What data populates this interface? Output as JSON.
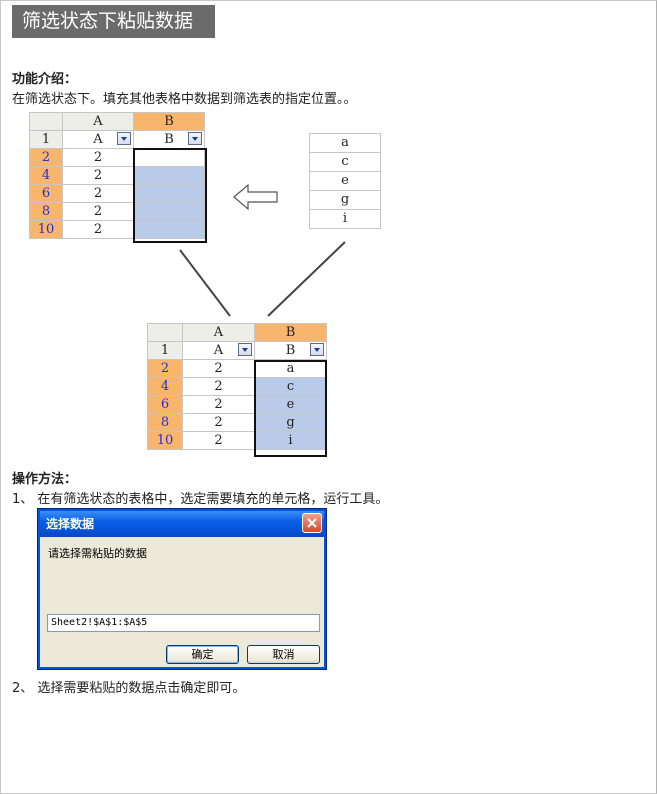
{
  "page": {
    "title": "筛选状态下粘贴数据",
    "intro_heading": "功能介绍：",
    "intro_text": "在筛选状态下。填充其他表格中数据到筛选表的指定位置。。",
    "method_heading": "操作方法：",
    "step1": "1、 在有筛选状态的表格中，选定需要填充的单元格，运行工具。",
    "step2": "2、 选择需要粘贴的数据点击确定即可。"
  },
  "top_sheet": {
    "col_a": "A",
    "col_b": "B",
    "row1_label": "1",
    "row1_a": "A",
    "row1_b": "B",
    "rows": [
      {
        "n": "2",
        "a": "2"
      },
      {
        "n": "4",
        "a": "2"
      },
      {
        "n": "6",
        "a": "2"
      },
      {
        "n": "8",
        "a": "2"
      },
      {
        "n": "10",
        "a": "2"
      }
    ]
  },
  "source_list": [
    "a",
    "c",
    "e",
    "g",
    "i"
  ],
  "result_sheet": {
    "col_a": "A",
    "col_b": "B",
    "row1_label": "1",
    "row1_a": "A",
    "row1_b": "B",
    "rows": [
      {
        "n": "2",
        "a": "2",
        "b": "a"
      },
      {
        "n": "4",
        "a": "2",
        "b": "c"
      },
      {
        "n": "6",
        "a": "2",
        "b": "e"
      },
      {
        "n": "8",
        "a": "2",
        "b": "g"
      },
      {
        "n": "10",
        "a": "2",
        "b": "i"
      }
    ]
  },
  "dialog": {
    "title": "选择数据",
    "prompt": "请选择需粘贴的数据",
    "range_value": "Sheet2!$A$1:$A$5",
    "ok_label": "确定",
    "cancel_label": "取消"
  },
  "colors": {
    "title_bg": "#6b6b6b",
    "header_orange": "#f8b56e",
    "selection_blue": "#b9cbe8",
    "row_number_blue": "#2b2bd0",
    "dialog_title_blue": "#0a5ee8"
  },
  "icons": [
    "filter-dropdown-icon",
    "left-arrow-icon",
    "close-icon"
  ]
}
